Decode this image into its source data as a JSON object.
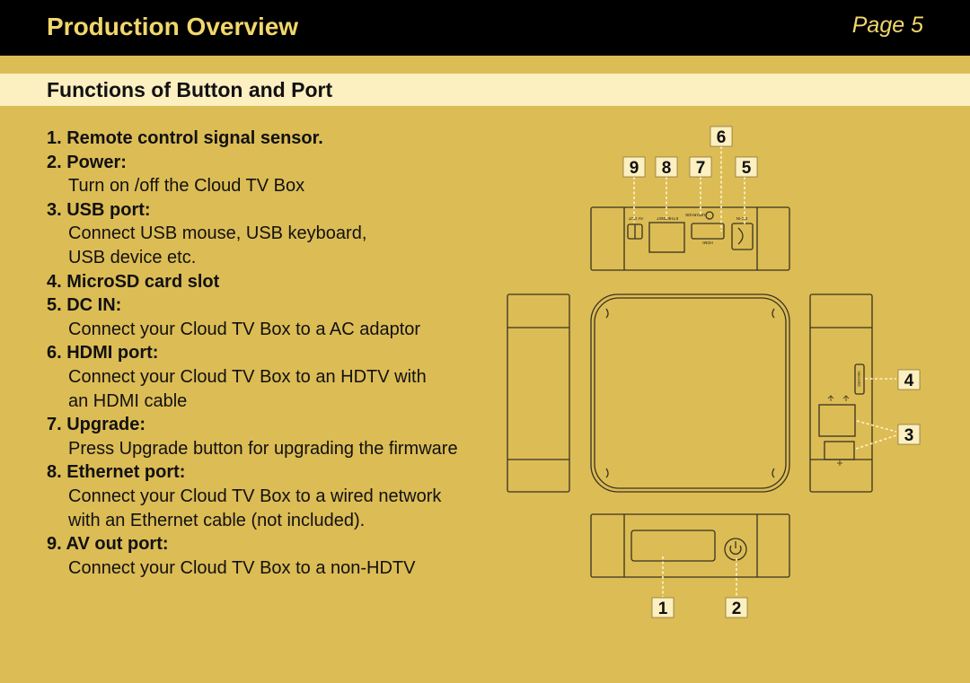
{
  "header": {
    "title": "Production Overview",
    "page": "Page 5"
  },
  "section": {
    "title": "Functions of Button and Port"
  },
  "items": [
    {
      "head": "1. Remote control signal sensor.",
      "desc": []
    },
    {
      "head": "2. Power:",
      "desc": [
        "Turn on /off the Cloud TV Box"
      ]
    },
    {
      "head": "3. USB port:",
      "desc": [
        "Connect USB mouse, USB keyboard,",
        "USB device etc."
      ]
    },
    {
      "head": "4. MicroSD card slot",
      "desc": []
    },
    {
      "head": "5. DC IN:",
      "desc": [
        "Connect your Cloud TV Box to a AC adaptor"
      ]
    },
    {
      "head": "6. HDMI port:",
      "desc": [
        "Connect your Cloud TV Box to an HDTV with",
        "an HDMI cable"
      ]
    },
    {
      "head": "7. Upgrade:",
      "desc": [
        "Press Upgrade button for upgrading the firmware"
      ]
    },
    {
      "head": "8. Ethernet port:",
      "desc": [
        "Connect your Cloud TV Box to a wired network",
        "with an Ethernet cable (not included)."
      ]
    },
    {
      "head": "9. AV out port:",
      "desc": [
        "Connect your Cloud TV Box to a non-HDTV"
      ]
    }
  ],
  "diagram": {
    "callouts": [
      "1",
      "2",
      "3",
      "4",
      "5",
      "6",
      "7",
      "8",
      "9"
    ],
    "port_labels": {
      "av_out": "AV OUT",
      "ethernet": "ETHERNET",
      "upgrade": "UPGRADE",
      "dc_in": "DC-IN",
      "hdmi": "HDMI",
      "micro_sd": "microSD"
    }
  },
  "colors": {
    "background": "#dcbc55",
    "header_bg": "#000000",
    "header_text": "#f1d76c",
    "subbar_bg": "#fcefc0",
    "leader": "#fff3c8"
  },
  "icons": [
    "power-icon",
    "usb-icon"
  ]
}
